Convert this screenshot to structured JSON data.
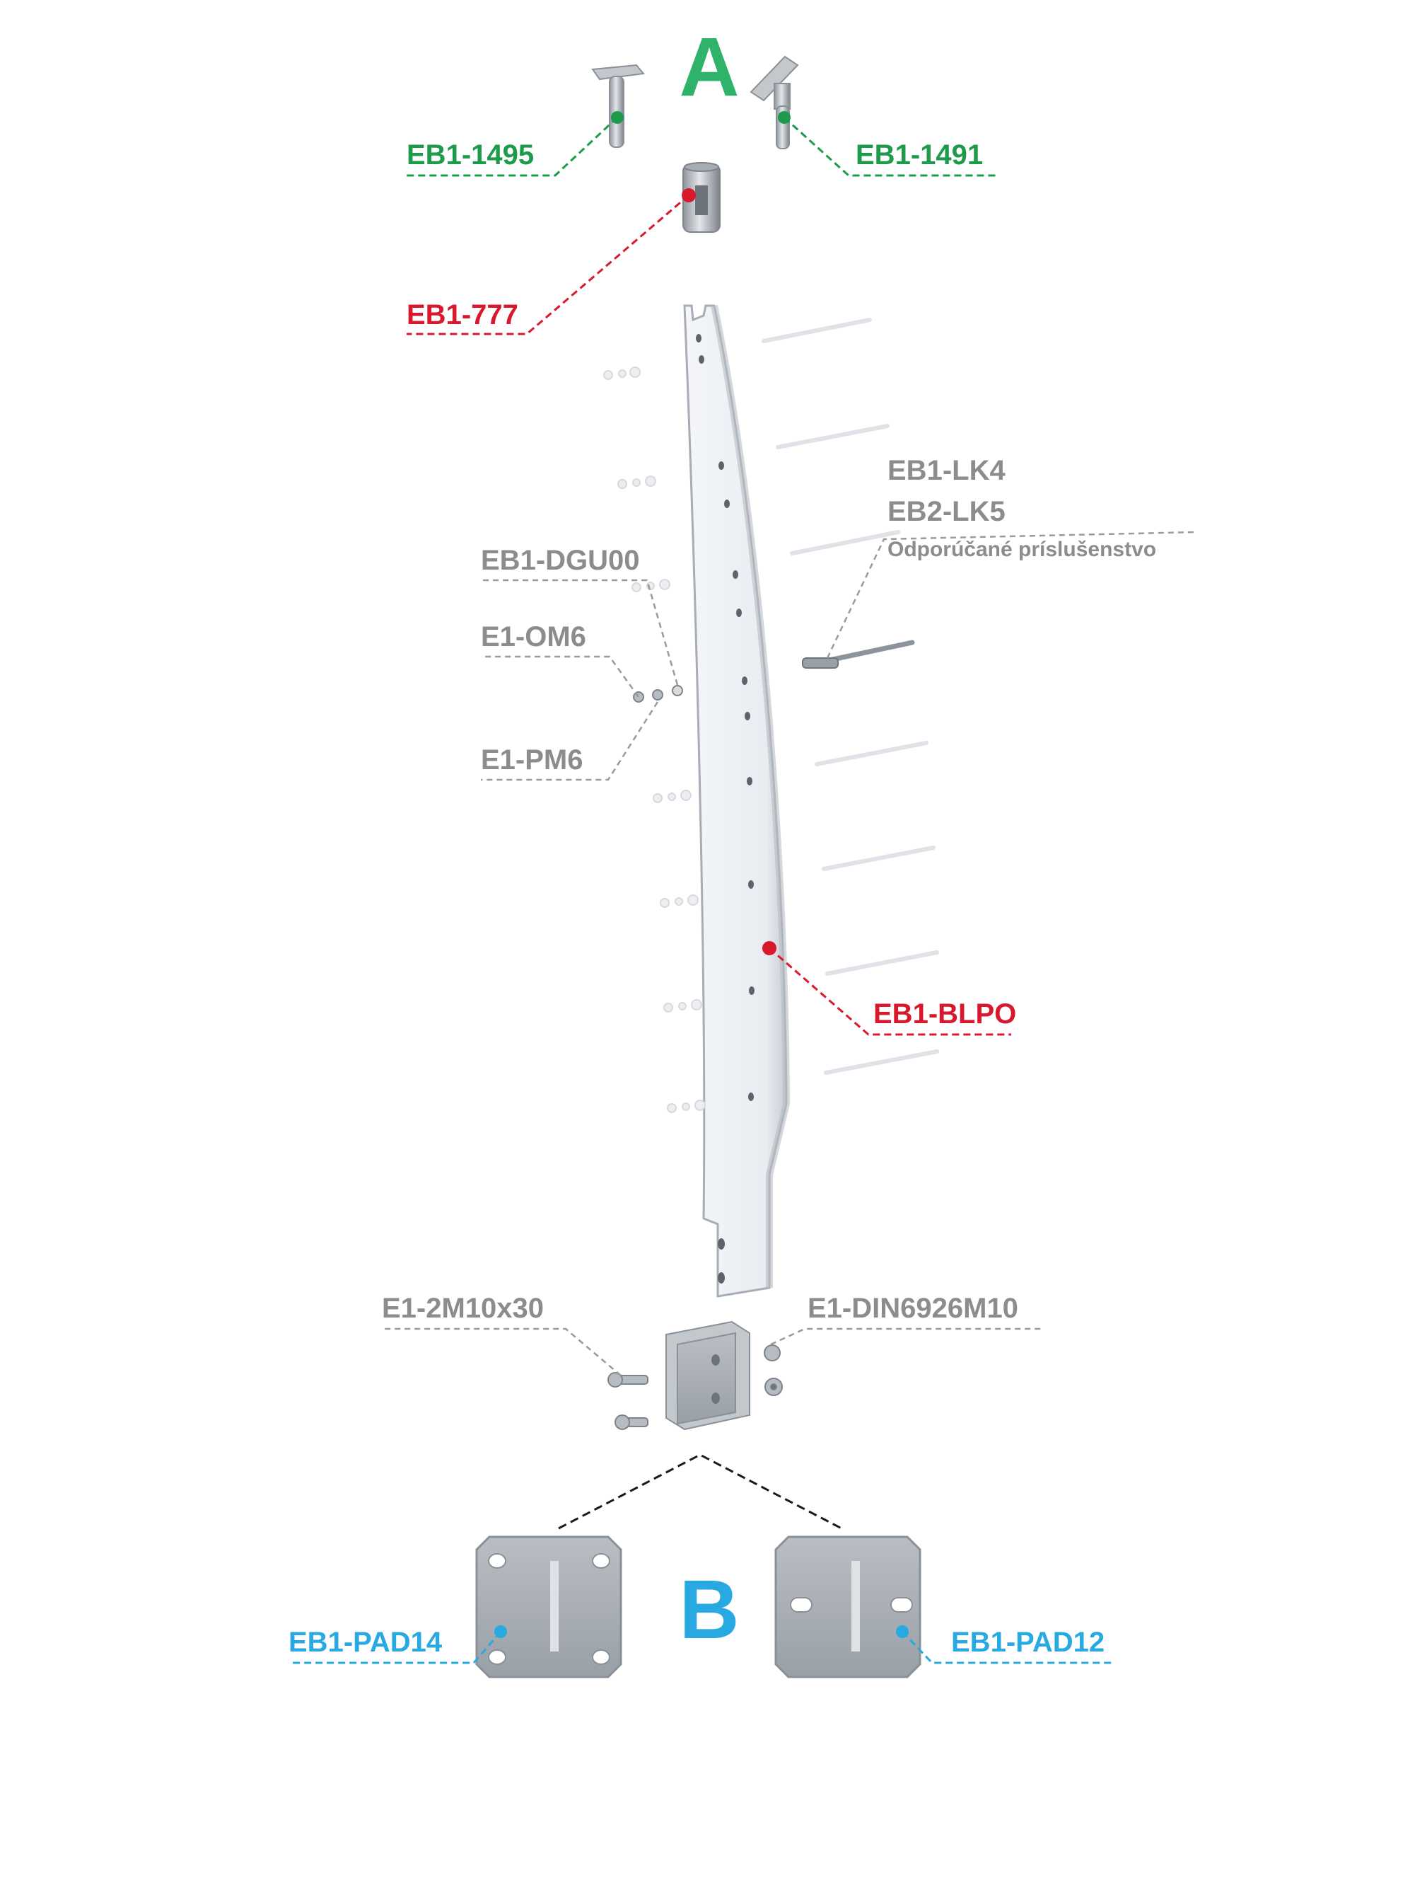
{
  "colors": {
    "green": "#1e9a4b",
    "green_light": "#2fb36a",
    "red": "#d8182d",
    "blue": "#29a9e1",
    "gray": "#8c8c8c",
    "dark": "#1a1a1a"
  },
  "sections": {
    "a": "A",
    "b": "B"
  },
  "labels": {
    "eb1_1495": "EB1-1495",
    "eb1_1491": "EB1-1491",
    "eb1_777": "EB1-777",
    "eb1_lk4": "EB1-LK4",
    "eb2_lk5": "EB2-LK5",
    "recommended": "Odporúčané príslušenstvo",
    "eb1_dgu00": "EB1-DGU00",
    "e1_om6": "E1-OM6",
    "e1_pm6": "E1-PM6",
    "eb1_blpo": "EB1-BLPO",
    "e1_2m10x30": "E1-2M10x30",
    "e1_din6926m10": "E1-DIN6926M10",
    "eb1_pad14": "EB1-PAD14",
    "eb1_pad12": "EB1-PAD12"
  }
}
